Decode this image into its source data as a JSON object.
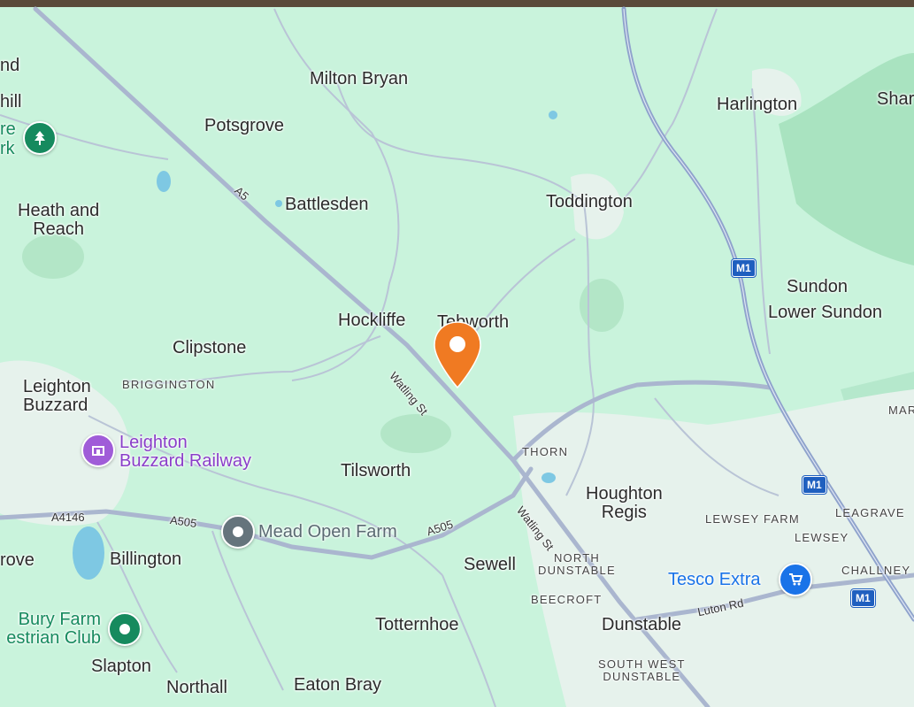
{
  "places": {
    "milton_bryan": "Milton Bryan",
    "potsgrove": "Potsgrove",
    "harlington": "Harlington",
    "shar": "Shar",
    "nd": "nd",
    "hill": "hill",
    "re": "re",
    "rk": "rk",
    "heath_and_reach": "Heath and\nReach",
    "battlesden": "Battlesden",
    "toddington": "Toddington",
    "sundon": "Sundon",
    "lower_sundon": "Lower Sundon",
    "hockliffe": "Hockliffe",
    "tebworth": "Tebworth",
    "clipstone": "Clipstone",
    "leighton_buzzard": "Leighton\nBuzzard",
    "briggington": "BRIGGINGTON",
    "tilsworth": "Tilsworth",
    "thorn": "THORN",
    "houghton_regis": "Houghton\nRegis",
    "mar": "MAR",
    "leagrave": "LEAGRAVE",
    "lewsey_farm": "LEWSEY FARM",
    "lewsey": "LEWSEY",
    "challney": "CHALLNEY",
    "billington": "Billington",
    "sewell": "Sewell",
    "north_dunstable": "NORTH\nDUNSTABLE",
    "beecroft": "BEECROFT",
    "grove": "rove",
    "totternhoe": "Totternhoe",
    "dunstable": "Dunstable",
    "slapton": "Slapton",
    "south_west_dunstable": "SOUTH WEST\nDUNSTABLE",
    "northall": "Northall",
    "eaton_bray": "Eaton Bray"
  },
  "pois": {
    "leighton_buzzard_railway": "Leighton\nBuzzard Railway",
    "mead_open_farm": "Mead Open Farm",
    "bury_farm": "Bury Farm\nestrian Club",
    "tesco_extra": "Tesco Extra"
  },
  "roads": {
    "a5": "A5",
    "watling_st_1": "Watling St",
    "watling_st_2": "Watling St",
    "a4146": "A4146",
    "a505_1": "A505",
    "a505_2": "A505",
    "luton_rd": "Luton Rd",
    "m1_1": "M1",
    "m1_2": "M1",
    "m1_3": "M1"
  },
  "colors": {
    "land": "#c9f3dc",
    "urban": "#e8f3ee",
    "woods": "#a8e6c2",
    "motorway": "#8fa3c9",
    "road": "#a7b3c9",
    "marker": "#f07a22",
    "water": "#79c6e6"
  },
  "icons": {
    "marker": "map-pin-icon",
    "park": "tree-icon",
    "railway": "museum-icon",
    "farm": "dot-icon",
    "club": "dot-icon",
    "shop": "cart-icon"
  }
}
